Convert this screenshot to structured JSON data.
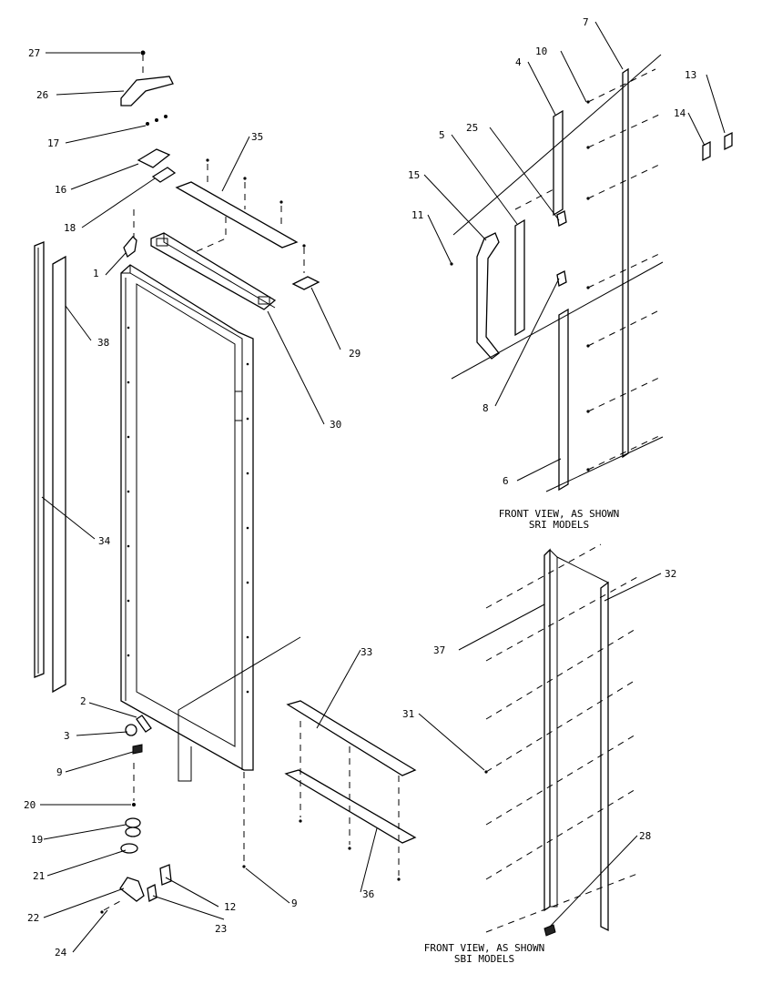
{
  "captions": {
    "sri": [
      "FRONT VIEW, AS SHOWN",
      "SRI MODELS"
    ],
    "sbi": [
      "FRONT VIEW, AS SHOWN",
      "SBI MODELS"
    ]
  },
  "callouts": {
    "c27": "27",
    "c26": "26",
    "c17": "17",
    "c16": "16",
    "c18": "18",
    "c35": "35",
    "c1": "1",
    "c38": "38",
    "c29": "29",
    "c30": "30",
    "c34": "34",
    "c2": "2",
    "c3": "3",
    "c9a": "9",
    "c9b": "9",
    "c33": "33",
    "c20": "20",
    "c19": "19",
    "c21": "21",
    "c12": "12",
    "c36": "36",
    "c22": "22",
    "c23": "23",
    "c24": "24",
    "c7": "7",
    "c10": "10",
    "c4": "4",
    "c13": "13",
    "c14": "14",
    "c25": "25",
    "c5": "5",
    "c15": "15",
    "c11": "11",
    "c8": "8",
    "c6": "6",
    "c32": "32",
    "c37": "37",
    "c31": "31",
    "c28": "28"
  }
}
